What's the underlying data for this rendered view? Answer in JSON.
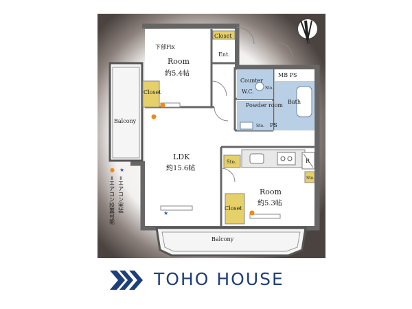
{
  "rooms": {
    "room1_title": "Room",
    "room1_size": "約5.4帖",
    "room2_title": "Room",
    "room2_size": "約5.3帖",
    "ldk_title": "LDK",
    "ldk_size": "約15.6帖"
  },
  "labels": {
    "fix_window": "下部Fix",
    "closet": "Closet",
    "entrance": "Ent.",
    "mb_ps": "MB PS",
    "counter": "Counter",
    "wc": "W.C.",
    "sto": "Sto.",
    "powder_room": "Powder room",
    "bath": "Bath",
    "ps": "PS",
    "r": "R",
    "balcony": "Balcony"
  },
  "legend": {
    "installed_mark": "★",
    "installed_text": "=エアコン実装",
    "possible_mark": "●",
    "possible_text": "=エアコン設置可能"
  },
  "compass": {
    "north": "N"
  },
  "brand": {
    "name": "TOHO HOUSE"
  },
  "colors": {
    "dark_frame": "#4a4340",
    "wall": "#666666",
    "closet": "#e6d06a",
    "wet_area": "#b9cfe6",
    "kitchen": "#e8e8e8",
    "installed": "#2a56c8",
    "possible": "#f08a14",
    "brand_blue": "#1e3f7a"
  }
}
